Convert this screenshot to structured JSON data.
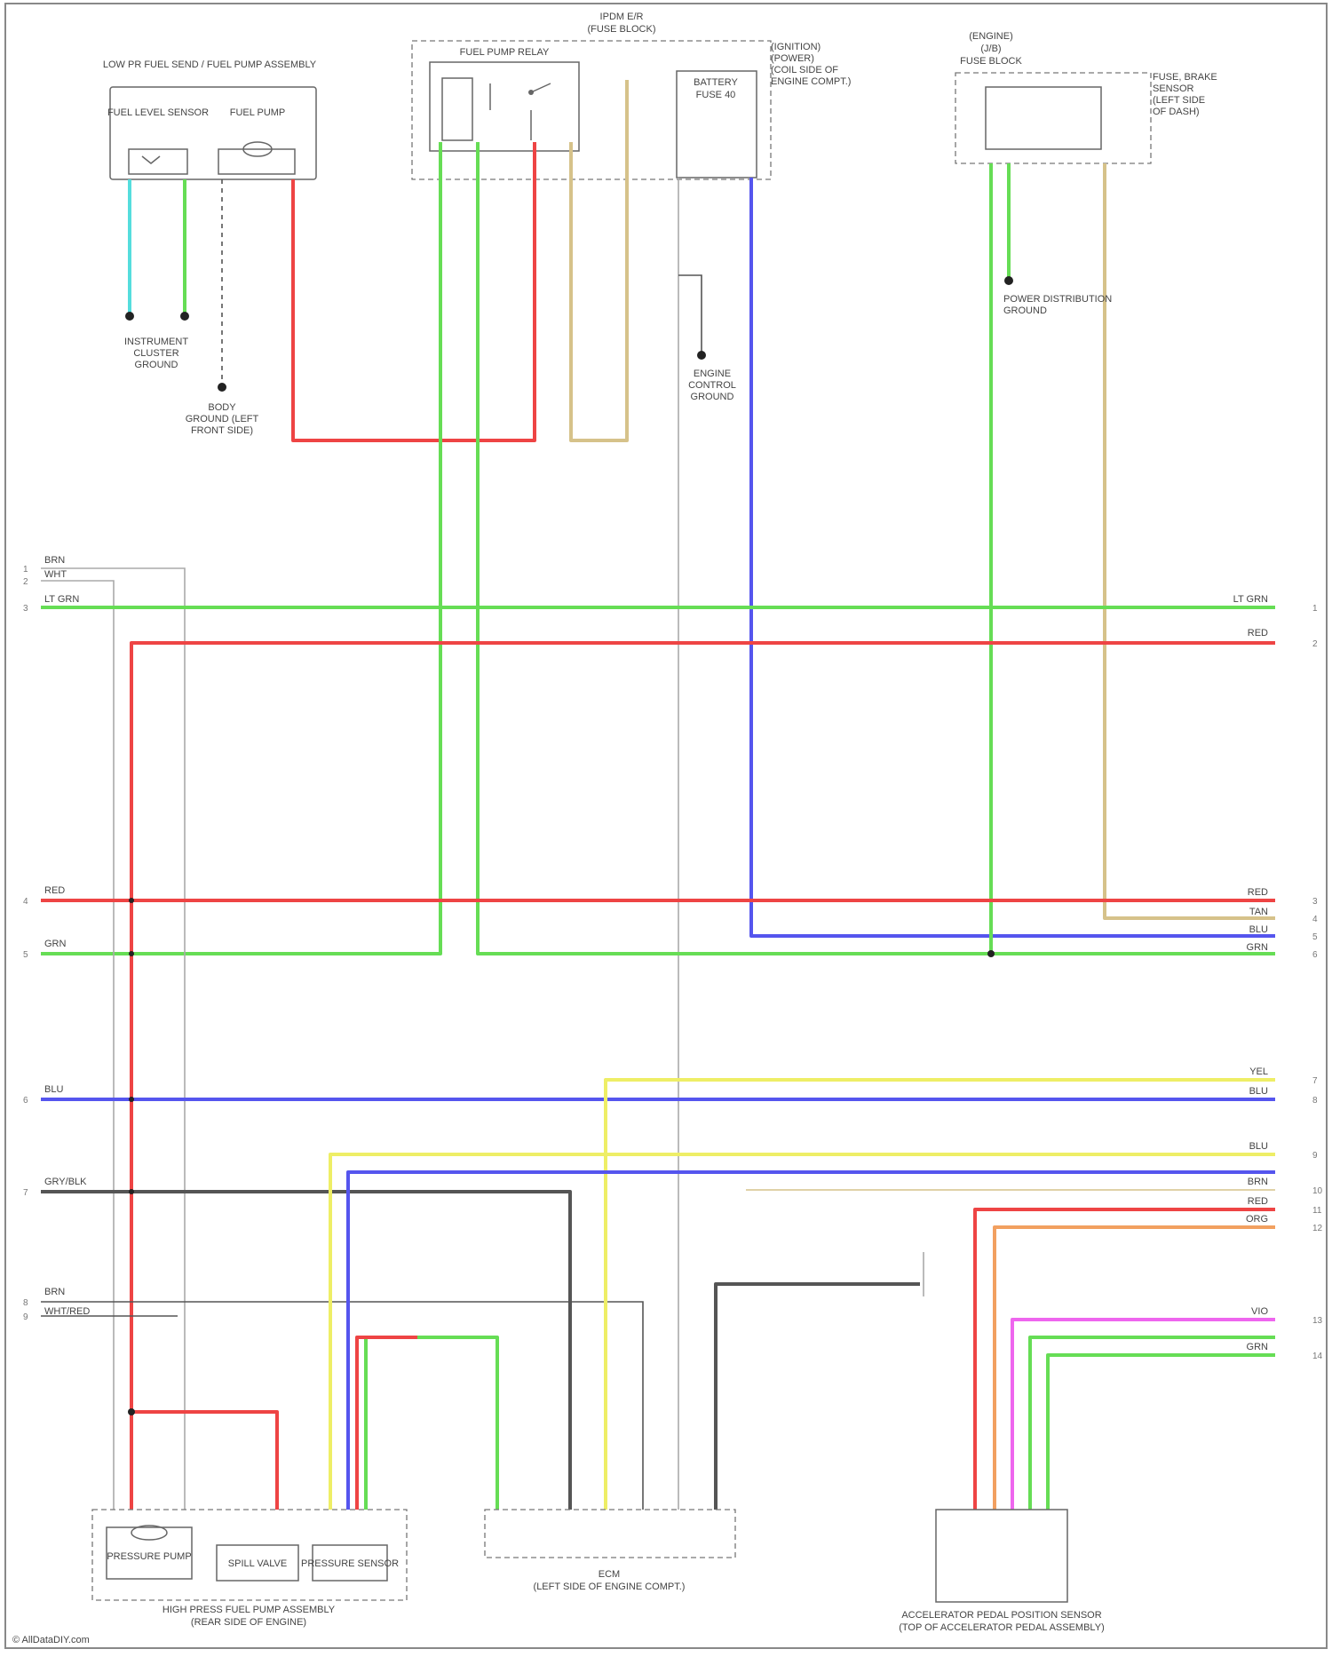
{
  "page": {
    "background": "#ffffff",
    "wire_colors": {
      "red": "#ee4444",
      "green": "#66dd55",
      "blue": "#5555ee",
      "cyan": "#55dddd",
      "tan": "#d6c28a",
      "yellow": "#eeee66",
      "black": "#555555",
      "orange": "#f2a060",
      "violet": "#ee66ee",
      "grey": "#aaaaaa"
    }
  },
  "components": {
    "fuel_tank": {
      "title": "LOW PR FUEL SEND / FUEL PUMP ASSEMBLY",
      "left": "FUEL LEVEL SENSOR",
      "right": "FUEL PUMP"
    },
    "ipdm": {
      "title": "IPDM E/R",
      "sub": "(FUSE BLOCK)"
    },
    "fuel_relay": {
      "title": "FUEL PUMP RELAY"
    },
    "ipdm_note": {
      "line1": "(IGNITION)",
      "line2": "(POWER)",
      "line3": "(COIL SIDE OF",
      "line4": "ENGINE COMPT.)"
    },
    "fuse_block": {
      "title": "BATTERY",
      "sub": "FUSE 40"
    },
    "right_block": {
      "title": "FUSE BLOCK",
      "sub": "(J/B)",
      "tag": "(ENGINE)"
    },
    "right_note": {
      "line1": "FUSE, BRAKE",
      "line2": "SENSOR",
      "line3": "(LEFT SIDE",
      "line4": "OF DASH)"
    },
    "bottom_left": {
      "title": "HIGH PRESS FUEL PUMP ASSEMBLY",
      "sub": "(REAR SIDE OF ENGINE)",
      "pump": "PRESSURE PUMP",
      "valve": "SPILL VALVE",
      "sensor": "PRESSURE SENSOR"
    },
    "bottom_mid": {
      "title": "ECM",
      "sub": "(LEFT SIDE OF ENGINE COMPT.)"
    },
    "bottom_right": {
      "title": "ACCELERATOR PEDAL POSITION SENSOR",
      "sub": "(TOP OF ACCELERATOR PEDAL ASSEMBLY)"
    }
  },
  "grounds": {
    "g1": {
      "line1": "INSTRUMENT",
      "line2": "CLUSTER",
      "line3": "GROUND"
    },
    "g2": {
      "line1": "BODY",
      "line2": "GROUND (LEFT",
      "line3": "FRONT SIDE)"
    },
    "g3": {
      "line1": "ENGINE",
      "line2": "CONTROL",
      "line3": "GROUND"
    },
    "g4": {
      "line1": "POWER DISTRIBUTION",
      "line2": "GROUND"
    }
  },
  "left_edge": {
    "r1": {
      "num": "1",
      "code": "BRN"
    },
    "r2": {
      "num": "2",
      "code": "WHT"
    },
    "r3": {
      "num": "3",
      "code": "LT GRN"
    },
    "r4": {
      "num": "4",
      "code": "RED"
    },
    "r5": {
      "num": "5",
      "code": "GRN"
    },
    "r6": {
      "num": "6",
      "code": "BLU"
    },
    "r7": {
      "num": "7",
      "code": "GRY/BLK"
    },
    "r8": {
      "num": "8",
      "code": "BRN"
    },
    "r9": {
      "num": "9",
      "code": "WHT/RED"
    }
  },
  "right_edge": {
    "r1": {
      "num": "1",
      "code": "LT GRN"
    },
    "r2": {
      "num": "2",
      "code": "RED"
    },
    "r3": {
      "num": "3",
      "code": "RED"
    },
    "r4": {
      "num": "4",
      "code": "TAN"
    },
    "r5": {
      "num": "5",
      "code": "BLU"
    },
    "r6": {
      "num": "6",
      "code": "GRN"
    },
    "r7": {
      "num": "7",
      "code": "YEL"
    },
    "r8": {
      "num": "8",
      "code": "BLU"
    },
    "r9": {
      "num": "9",
      "code": "BLU"
    },
    "r10": {
      "num": "10",
      "code": "BRN"
    },
    "r11": {
      "num": "11",
      "code": "RED"
    },
    "r12": {
      "num": "12",
      "code": "ORG"
    },
    "r13": {
      "num": "13",
      "code": "VIO"
    },
    "r14": {
      "num": "14",
      "code": "GRN"
    }
  },
  "footer": {
    "credit": "© AllDataDIY.com"
  }
}
